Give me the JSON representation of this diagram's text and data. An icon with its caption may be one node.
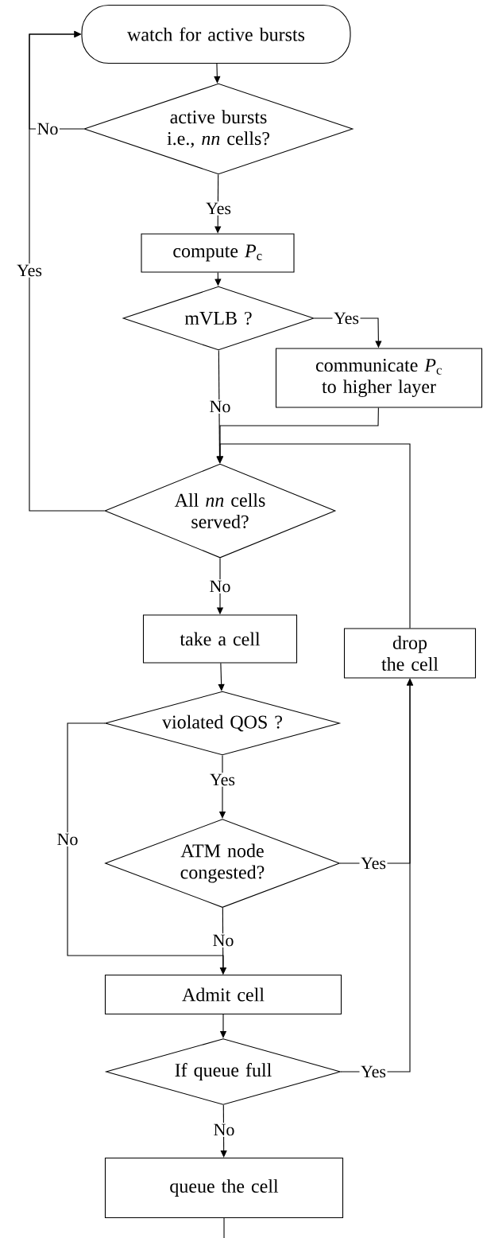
{
  "diagram": {
    "nodes": [
      {
        "text": [
          "watch for active bursts"
        ]
      },
      {
        "text": [
          "active bursts i.e., *nn* cells?"
        ]
      },
      {
        "text": [
          "compute *P*$_{c}$"
        ]
      },
      {
        "text": [
          "mVLB ?"
        ]
      },
      {
        "text": [
          "communicate *P*$_{c}$ to higher layer"
        ]
      },
      {
        "text": [
          "All *nn* cells served?"
        ]
      },
      {
        "text": [
          "take a cell"
        ]
      },
      {
        "text": [
          "violated QOS ?"
        ]
      },
      {
        "text": [
          "ATM node congested?"
        ]
      },
      {
        "text": [
          "drop the cell"
        ]
      },
      {
        "text": [
          "Admit cell"
        ]
      },
      {
        "text": [
          "If queue full"
        ]
      },
      {
        "text": [
          "queue the cell"
        ]
      }
    ],
    "edges": [
      {
        "from": 0,
        "to": 1,
        "arrow": "to"
      },
      {
        "from": 1,
        "to": 0,
        "arrow": "to",
        "label": "No"
      },
      {
        "from": 1,
        "to": 2,
        "arrow": "to",
        "label": "Yes"
      },
      {
        "from": 2,
        "to": 3,
        "arrow": "to"
      },
      {
        "from": 3,
        "to": 4,
        "arrow": "to",
        "label": "Yes"
      },
      {
        "from": 3,
        "to": 5,
        "arrow": "to",
        "label": "No"
      },
      {
        "from": 4,
        "to": 5,
        "arrow": "to"
      },
      {
        "from": 5,
        "to": 0,
        "arrow": "to",
        "label": "Yes"
      },
      {
        "from": 5,
        "to": 6,
        "arrow": "to",
        "label": "No"
      },
      {
        "from": 6,
        "to": 7,
        "arrow": "to"
      },
      {
        "from": 7,
        "to": 8,
        "arrow": "to",
        "label": "Yes"
      },
      {
        "from": 7,
        "to": 10,
        "arrow": "to",
        "label": "No"
      },
      {
        "from": 8,
        "to": 9,
        "arrow": "to",
        "label": "Yes"
      },
      {
        "from": 8,
        "to": 10,
        "arrow": "to",
        "label": "No"
      },
      {
        "from": 9,
        "to": 5,
        "arrow": "to"
      },
      {
        "from": 10,
        "to": 11,
        "arrow": "to"
      },
      {
        "from": 11,
        "to": 9,
        "arrow": "to",
        "label": "Yes"
      },
      {
        "from": 11,
        "to": 12,
        "arrow": "to",
        "label": "No"
      },
      {
        "from": 12,
        "to": null,
        "arrow": "none"
      }
    ]
  }
}
